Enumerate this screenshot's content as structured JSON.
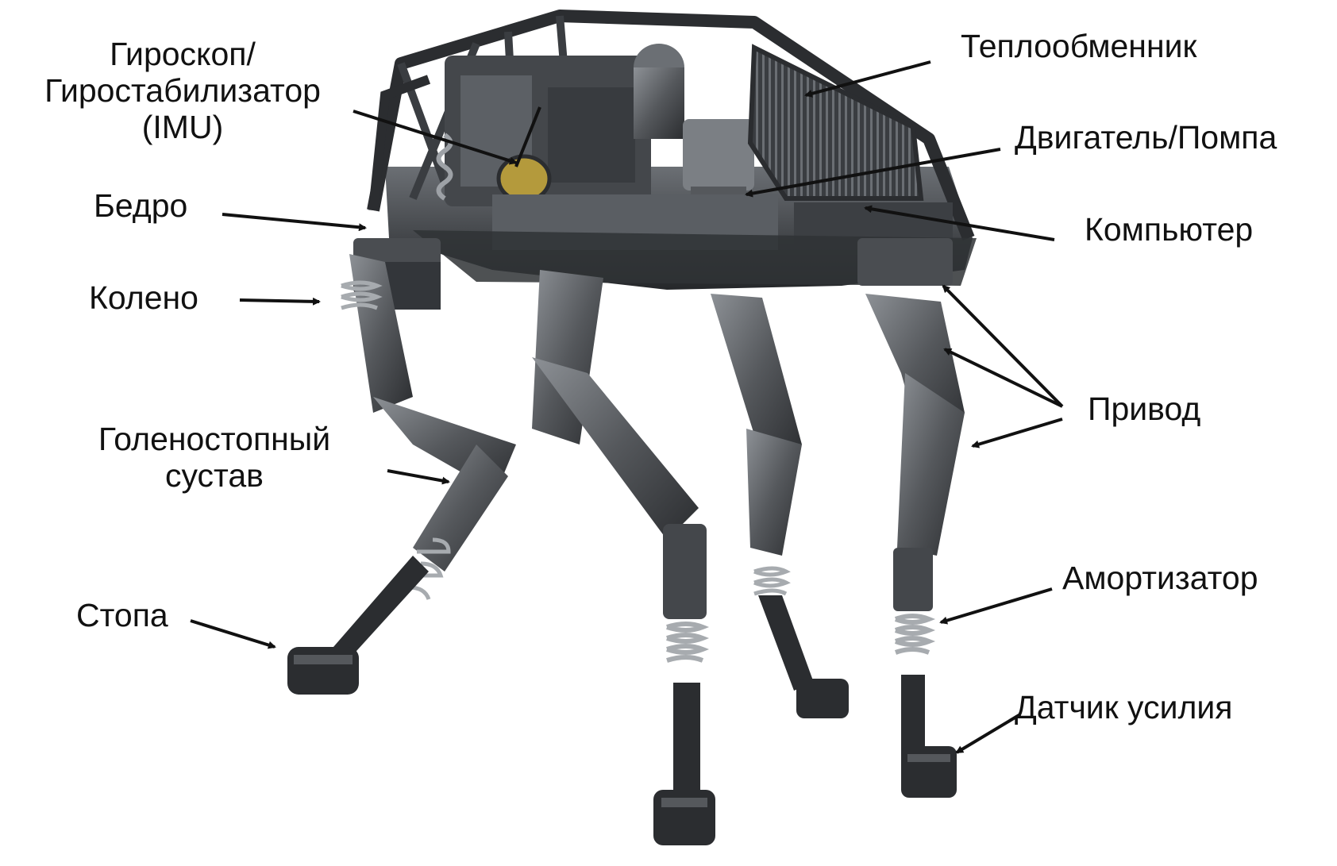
{
  "colors": {
    "background": "#ffffff",
    "text": "#111111",
    "arrow": "#111111",
    "robot_dark": "#2b2d30",
    "robot_mid": "#55585c",
    "robot_light": "#8d9196",
    "accent_gold": "#b49a3c"
  },
  "labels": {
    "imu_line1": "Гироскоп/",
    "imu_line2": "Гиростабилизатор",
    "imu_line3": "(IMU)",
    "hip": "Бедро",
    "knee": "Колено",
    "ankle_line1": "Голеностопный",
    "ankle_line2": "сустав",
    "foot": "Стопа",
    "heat_exchanger": "Теплообменник",
    "engine_pump": "Двигатель/Помпа",
    "computer": "Компьютер",
    "actuator": "Привод",
    "shock_absorber": "Амортизатор",
    "force_sensor": "Датчик усилия"
  }
}
